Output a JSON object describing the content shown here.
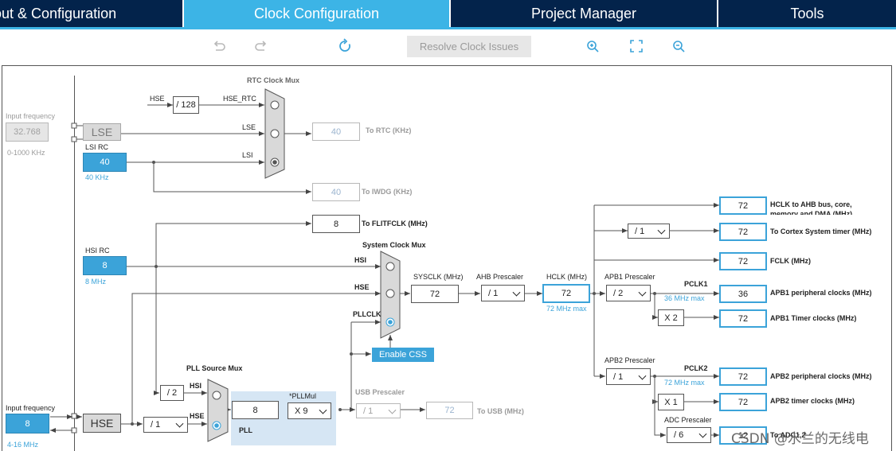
{
  "tabs": [
    {
      "label": "out & Configuration"
    },
    {
      "label": "Clock Configuration",
      "active": true
    },
    {
      "label": "Project Manager"
    },
    {
      "label": "Tools"
    }
  ],
  "toolbar": {
    "undo_icon": "undo-icon",
    "redo_icon": "redo-icon",
    "refresh_icon": "refresh-icon",
    "resolve_label": "Resolve Clock Issues",
    "zoom_in_icon": "zoom-in-icon",
    "fit_icon": "fit-screen-icon",
    "zoom_out_icon": "zoom-out-icon"
  },
  "colors": {
    "header_bg": "#03234b",
    "active_tab": "#3cb4e6",
    "accent": "#3ba3d9",
    "muted": "#9a9a9a"
  },
  "lse": {
    "input_freq_label": "Input frequency",
    "value": "32.768",
    "range": "0-1000 KHz",
    "label": "LSE"
  },
  "lsi": {
    "label": "LSI RC",
    "value": "40",
    "unit": "40 KHz"
  },
  "rtc_mux": {
    "title": "RTC Clock Mux",
    "hse": "HSE",
    "div": "/ 128",
    "hse_rtc": "HSE_RTC",
    "lse": "LSE",
    "lsi": "LSI",
    "out_value": "40",
    "out_label": "To RTC (KHz)"
  },
  "iwdg": {
    "value": "40",
    "label": "To IWDG (KHz)"
  },
  "flitf": {
    "value": "8",
    "label": "To FLITFCLK (MHz)"
  },
  "hsi": {
    "label": "HSI RC",
    "value": "8",
    "unit": "8 MHz"
  },
  "sys_mux": {
    "title": "System Clock Mux",
    "hsi": "HSI",
    "hse": "HSE",
    "pllclk": "PLLCLK"
  },
  "sysclk": {
    "label": "SYSCLK (MHz)",
    "value": "72"
  },
  "ahb": {
    "label": "AHB Prescaler",
    "value": "/ 1"
  },
  "hclk": {
    "label": "HCLK (MHz)",
    "value": "72",
    "max": "72 MHz max"
  },
  "css_button": "Enable CSS",
  "outputs": {
    "ahb_bus": {
      "value": "72",
      "label": "HCLK to AHB bus, core, memory and DMA (MHz)"
    },
    "cortex_div": "/ 1",
    "cortex": {
      "value": "72",
      "label": "To Cortex System timer (MHz)"
    },
    "fclk": {
      "value": "72",
      "label": "FCLK (MHz)"
    }
  },
  "apb1": {
    "label": "APB1 Prescaler",
    "value": "/ 2",
    "pclk": "PCLK1",
    "max": "36 MHz max",
    "periph": {
      "value": "36",
      "label": "APB1 peripheral clocks (MHz)"
    },
    "mult": "X 2",
    "timer": {
      "value": "72",
      "label": "APB1 Timer clocks (MHz)"
    }
  },
  "apb2": {
    "label": "APB2 Prescaler",
    "value": "/ 1",
    "pclk": "PCLK2",
    "max": "72 MHz max",
    "periph": {
      "value": "72",
      "label": "APB2 peripheral clocks (MHz)"
    },
    "mult": "X 1",
    "timer": {
      "value": "72",
      "label": "APB2 timer clocks (MHz)"
    }
  },
  "adc": {
    "label": "ADC Prescaler",
    "value": "/ 6",
    "out_value": "12",
    "out_label": "To ADC1,2"
  },
  "pll": {
    "src_title": "PLL Source Mux",
    "hsi_div": "/ 2",
    "hsi": "HSI",
    "hse": "HSE",
    "value": "8",
    "mul_label": "*PLLMul",
    "mul": "X 9",
    "label": "PLL"
  },
  "usb": {
    "label": "USB Prescaler",
    "value": "/ 1",
    "out_value": "72",
    "out_label": "To USB (MHz)"
  },
  "hse": {
    "input_freq_label": "Input frequency",
    "value": "8",
    "range": "4-16 MHz",
    "label": "HSE",
    "div": "/ 1"
  },
  "watermark": "CSDN @水兰的无线电"
}
